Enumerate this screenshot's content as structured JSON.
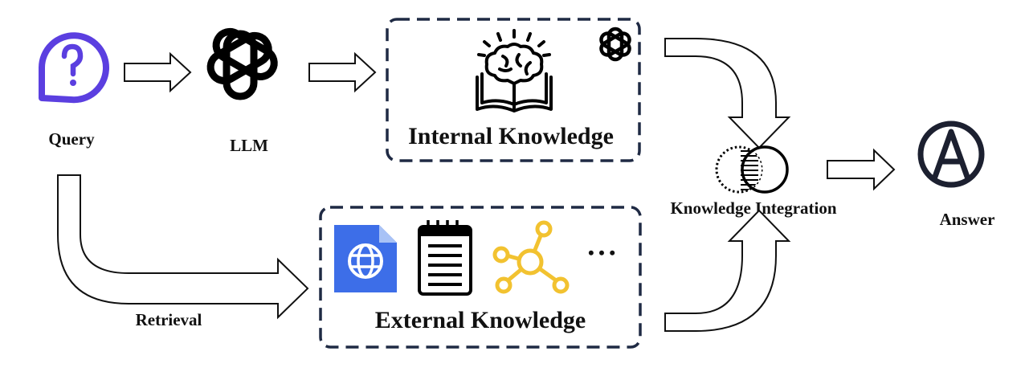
{
  "nodes": {
    "query": {
      "label": "Query",
      "icon": "question-bubble-icon",
      "color": "#5b3fe0"
    },
    "llm": {
      "label": "LLM",
      "icon": "openai-logo-icon"
    },
    "internal": {
      "label": "Internal Knowledge",
      "icons": [
        "brain-book-icon",
        "openai-logo-icon"
      ]
    },
    "external": {
      "label": "External Knowledge",
      "icons": [
        "web-document-icon",
        "notepad-icon",
        "knowledge-graph-icon",
        "ellipsis-icon"
      ],
      "ellipsis": "• • •"
    },
    "integration": {
      "label": "Knowledge Integration",
      "icon": "venn-intersection-icon"
    },
    "answer": {
      "label": "Answer",
      "icon": "letter-a-circle-icon",
      "glyph": "A"
    }
  },
  "edges": {
    "retrieval": {
      "label": "Retrieval"
    }
  },
  "colors": {
    "dashed_border": "#1f2a44",
    "query_icon": "#5b3fe0",
    "web_doc": "#3d6ee8",
    "graph": "#f2c230",
    "answer_icon": "#1c2030"
  }
}
